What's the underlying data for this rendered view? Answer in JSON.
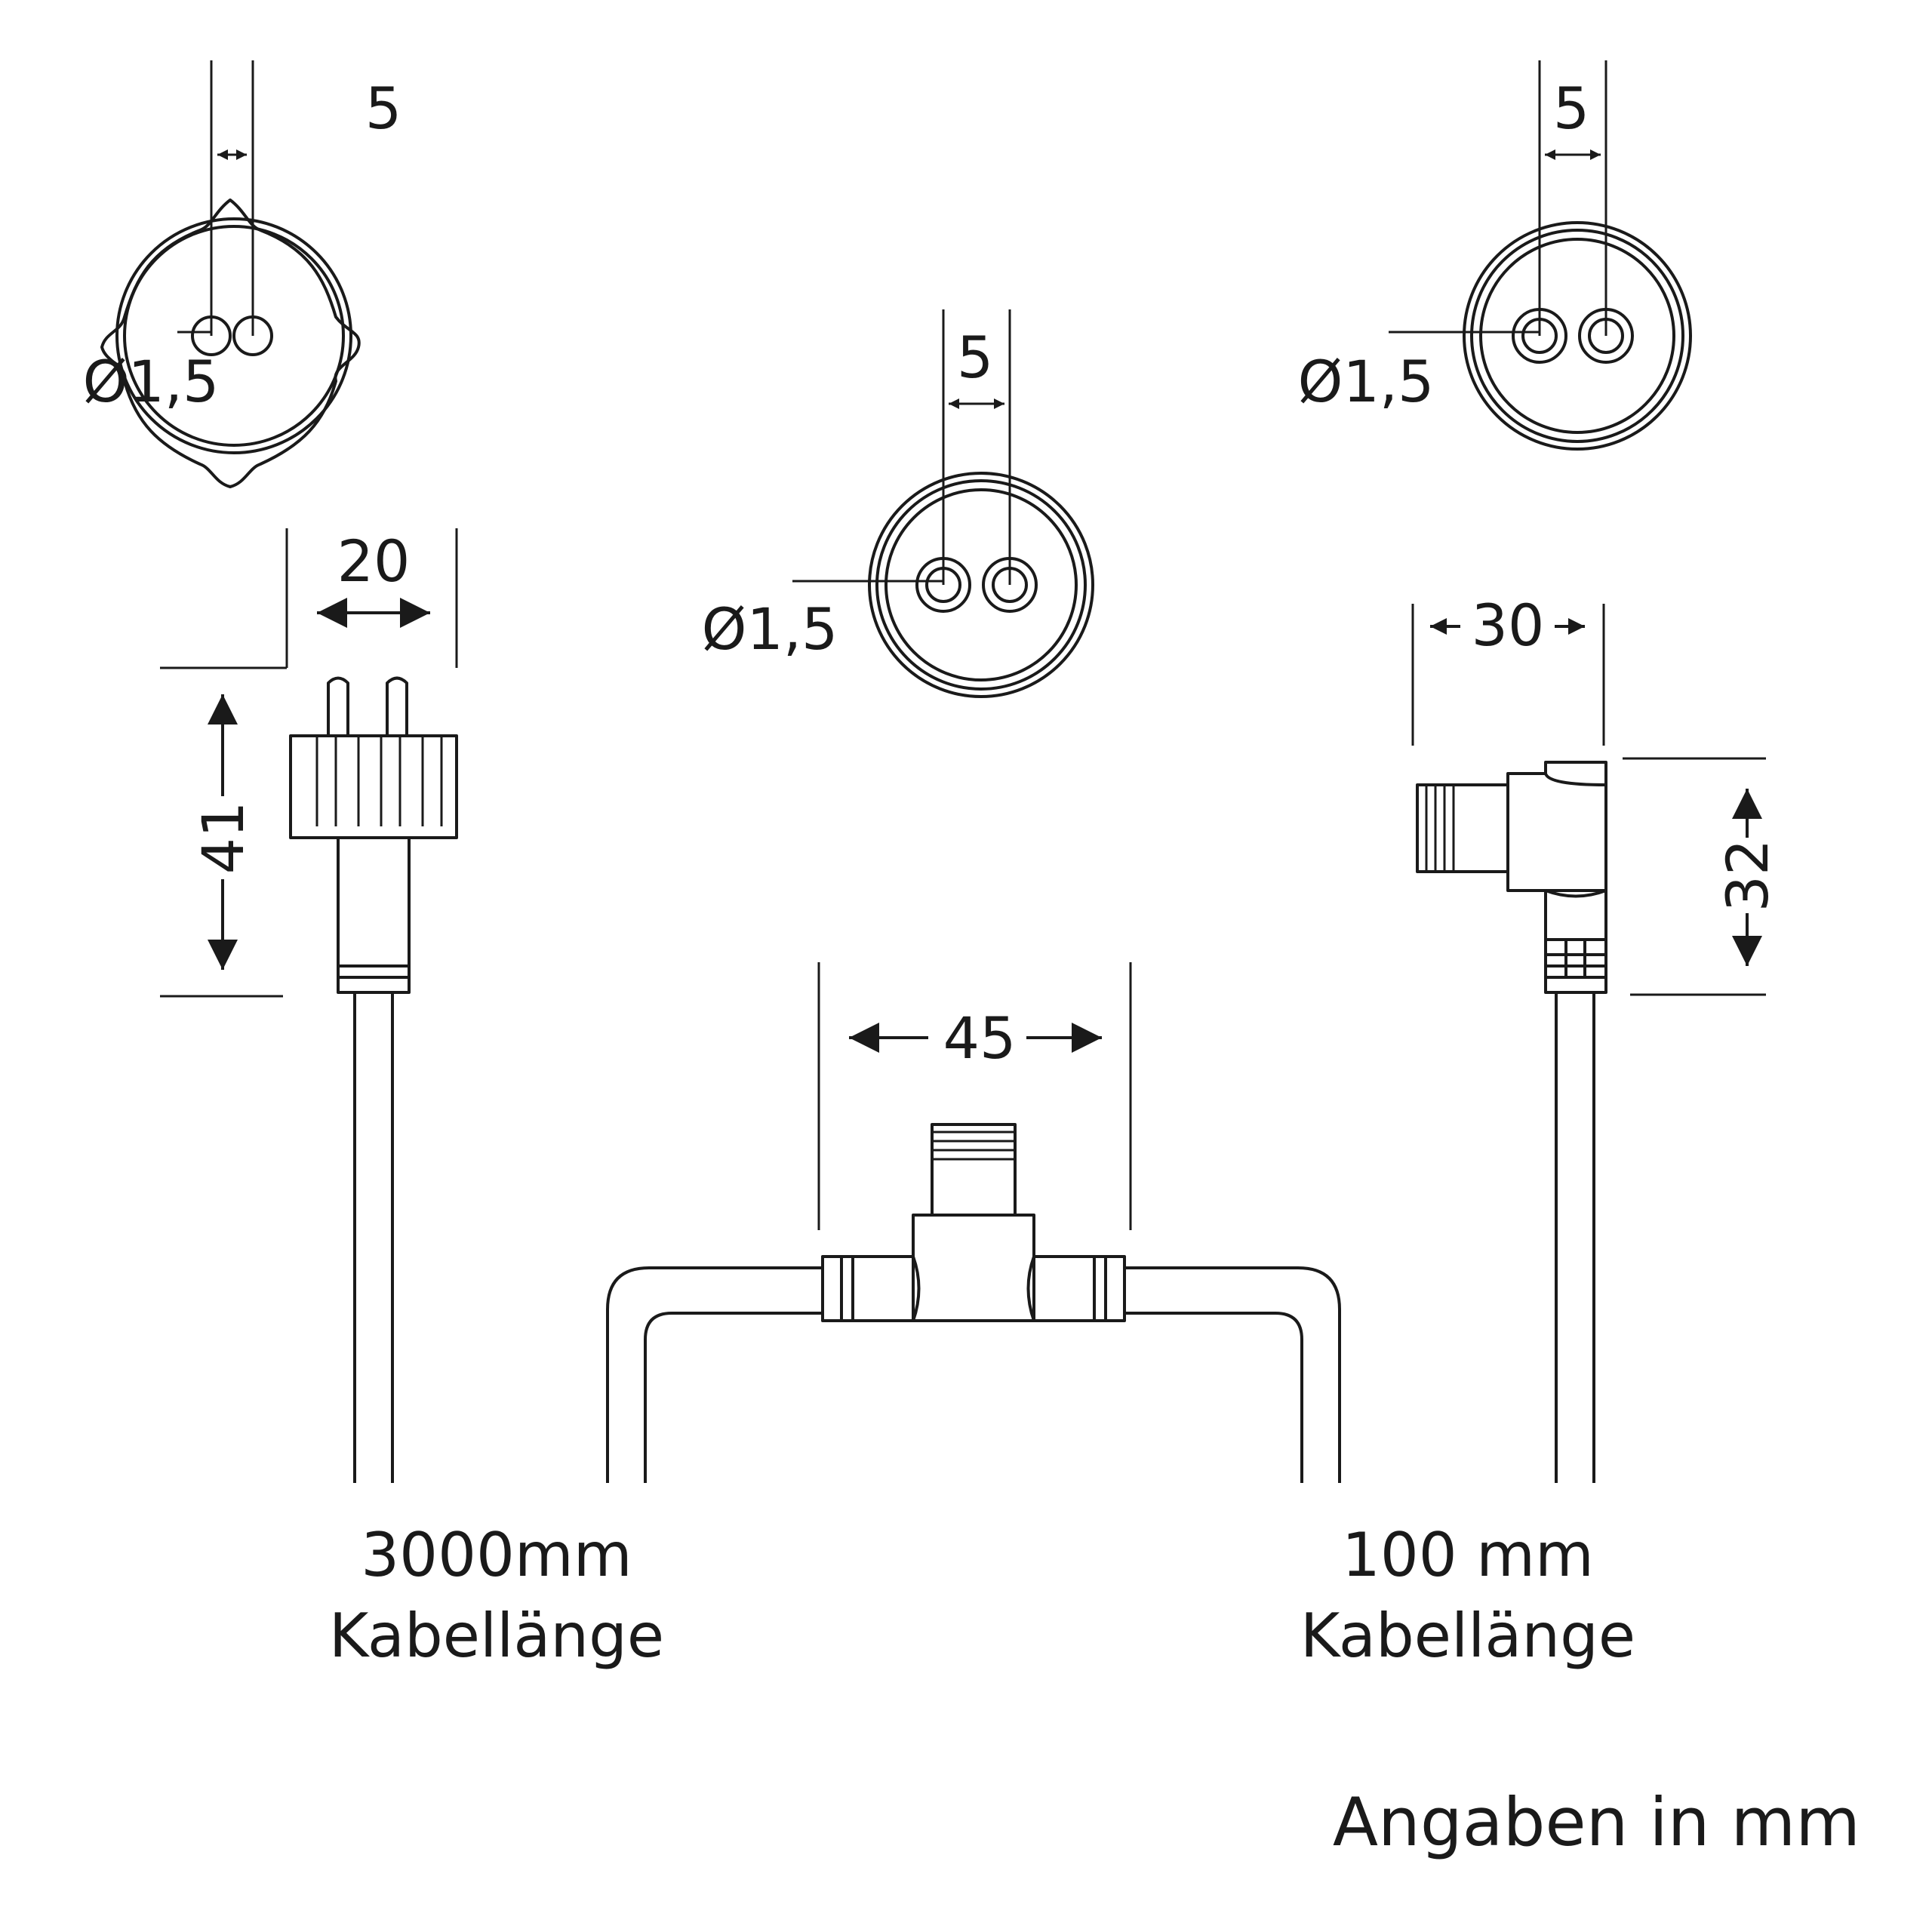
{
  "dimensions": {
    "pin_spacing_left": "5",
    "pin_spacing_center": "5",
    "pin_spacing_right": "5",
    "pin_diameter_left": "Ø1,5",
    "pin_diameter_center": "Ø1,5",
    "pin_diameter_right": "Ø1,5",
    "plug_width": "20",
    "plug_length": "41",
    "t_connector_width": "45",
    "angle_connector_width": "30",
    "angle_connector_height": "32"
  },
  "labels": {
    "left_cable_length": "3000mm",
    "left_cable_caption": "Kabellänge",
    "right_cable_length": "100 mm",
    "right_cable_caption": "Kabellänge"
  },
  "footer": {
    "units_note": "Angaben in mm"
  },
  "colors": {
    "line": "#1a1a1a",
    "background": "#ffffff"
  }
}
